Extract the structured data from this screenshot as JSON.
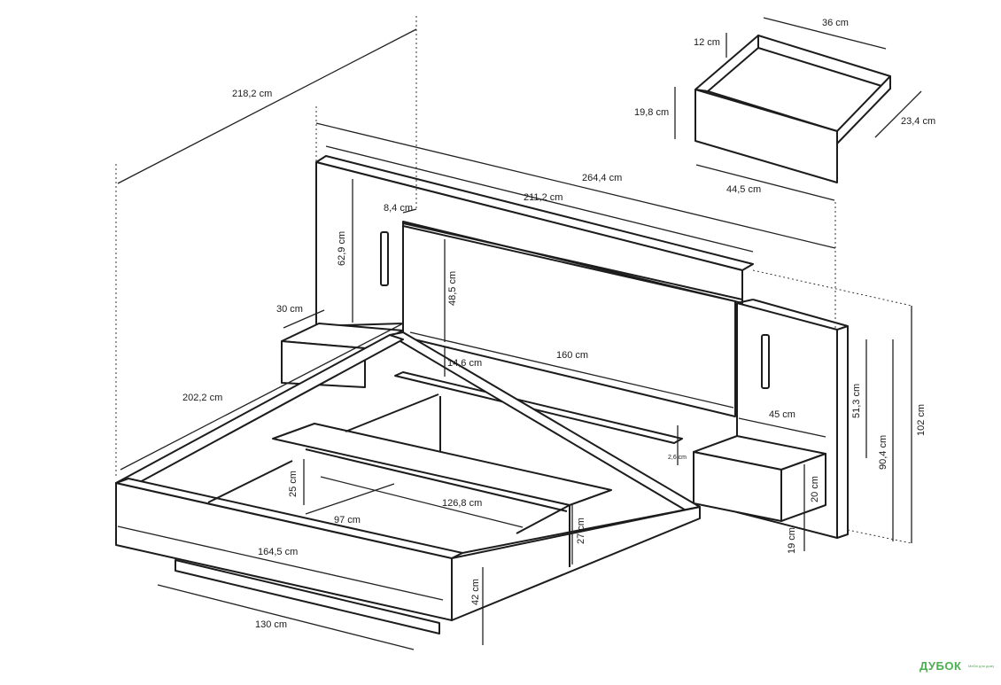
{
  "dimensions": {
    "headboard_total_width": "264,4 cm",
    "bed_diagonal": "218,2 cm",
    "central_panel_width": "211,2 cm",
    "panel_offset": "8,4 cm",
    "side_panel_height": "62,9 cm",
    "central_panel_height": "48,5 cm",
    "nightstand_depth": "30 cm",
    "shelf_gap": "14,6 cm",
    "mattress_width": "160 cm",
    "nightstand_width": "45 cm",
    "bed_length": "202,2 cm",
    "headboard_lower_height": "51,3 cm",
    "headboard_height": "90,4 cm",
    "total_height": "102 cm",
    "shelf_thickness": "2,6 cm",
    "nightstand_height": "20 cm",
    "nightstand_clearance": "19 cm",
    "frame_depth": "25 cm",
    "slat_length": "126,8 cm",
    "inner_width": "97 cm",
    "side_rail_height": "27 cm",
    "frame_width": "164,5 cm",
    "base_height": "42 cm",
    "base_width": "130 cm"
  },
  "drawer_dimensions": {
    "width": "36 cm",
    "side_height": "12 cm",
    "front_height": "19,8 cm",
    "depth": "23,4 cm",
    "front_width": "44,5 cm"
  },
  "watermark": {
    "brand": "ДУБОК",
    "tagline": "Меблі для дому"
  }
}
